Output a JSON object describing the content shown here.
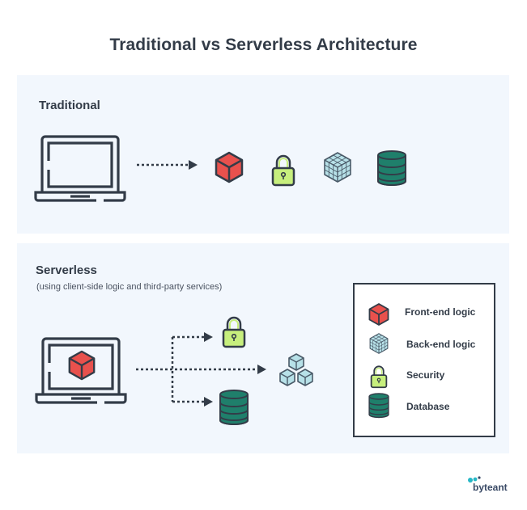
{
  "title": "Traditional vs Serverless Architecture",
  "traditional": {
    "heading": "Traditional",
    "flow": [
      "laptop-client",
      "front-end-logic",
      "security",
      "back-end-logic",
      "database"
    ]
  },
  "serverless": {
    "heading": "Serverless",
    "subheading": "(using client-side logic and third-party services)",
    "client_contains": "front-end-logic",
    "targets": [
      "security",
      "third-party-services",
      "database"
    ]
  },
  "legend": {
    "items": [
      {
        "icon": "front-end-logic",
        "label": "Front-end logic"
      },
      {
        "icon": "back-end-logic",
        "label": "Back-end logic"
      },
      {
        "icon": "security",
        "label": "Security"
      },
      {
        "icon": "database",
        "label": "Database"
      }
    ]
  },
  "colors": {
    "ink": "#333c48",
    "panel": "#f2f7fd",
    "front_end_red": "#e8514d",
    "security_green": "#c7ef7d",
    "back_end_blue": "#b7e1e8",
    "database_teal": "#1f7f6b",
    "brand_teal": "#27b7c6"
  },
  "brand": {
    "name": "byteant"
  }
}
